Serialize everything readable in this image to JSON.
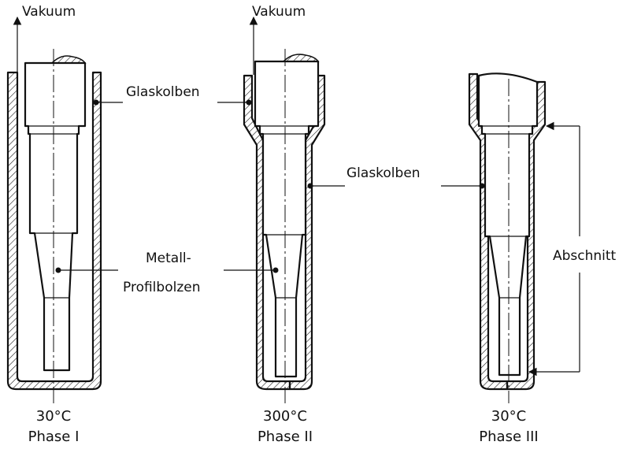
{
  "labels": {
    "vakuum": "Vakuum",
    "glaskolben": "Glaskolben",
    "metall": "Metall-",
    "profilbolzen": "Profilbolzen",
    "abschnitt": "Abschnitt"
  },
  "phases": [
    {
      "temp": "30°C",
      "name": "Phase I"
    },
    {
      "temp": "300°C",
      "name": "Phase II"
    },
    {
      "temp": "30°C",
      "name": "Phase III"
    }
  ]
}
